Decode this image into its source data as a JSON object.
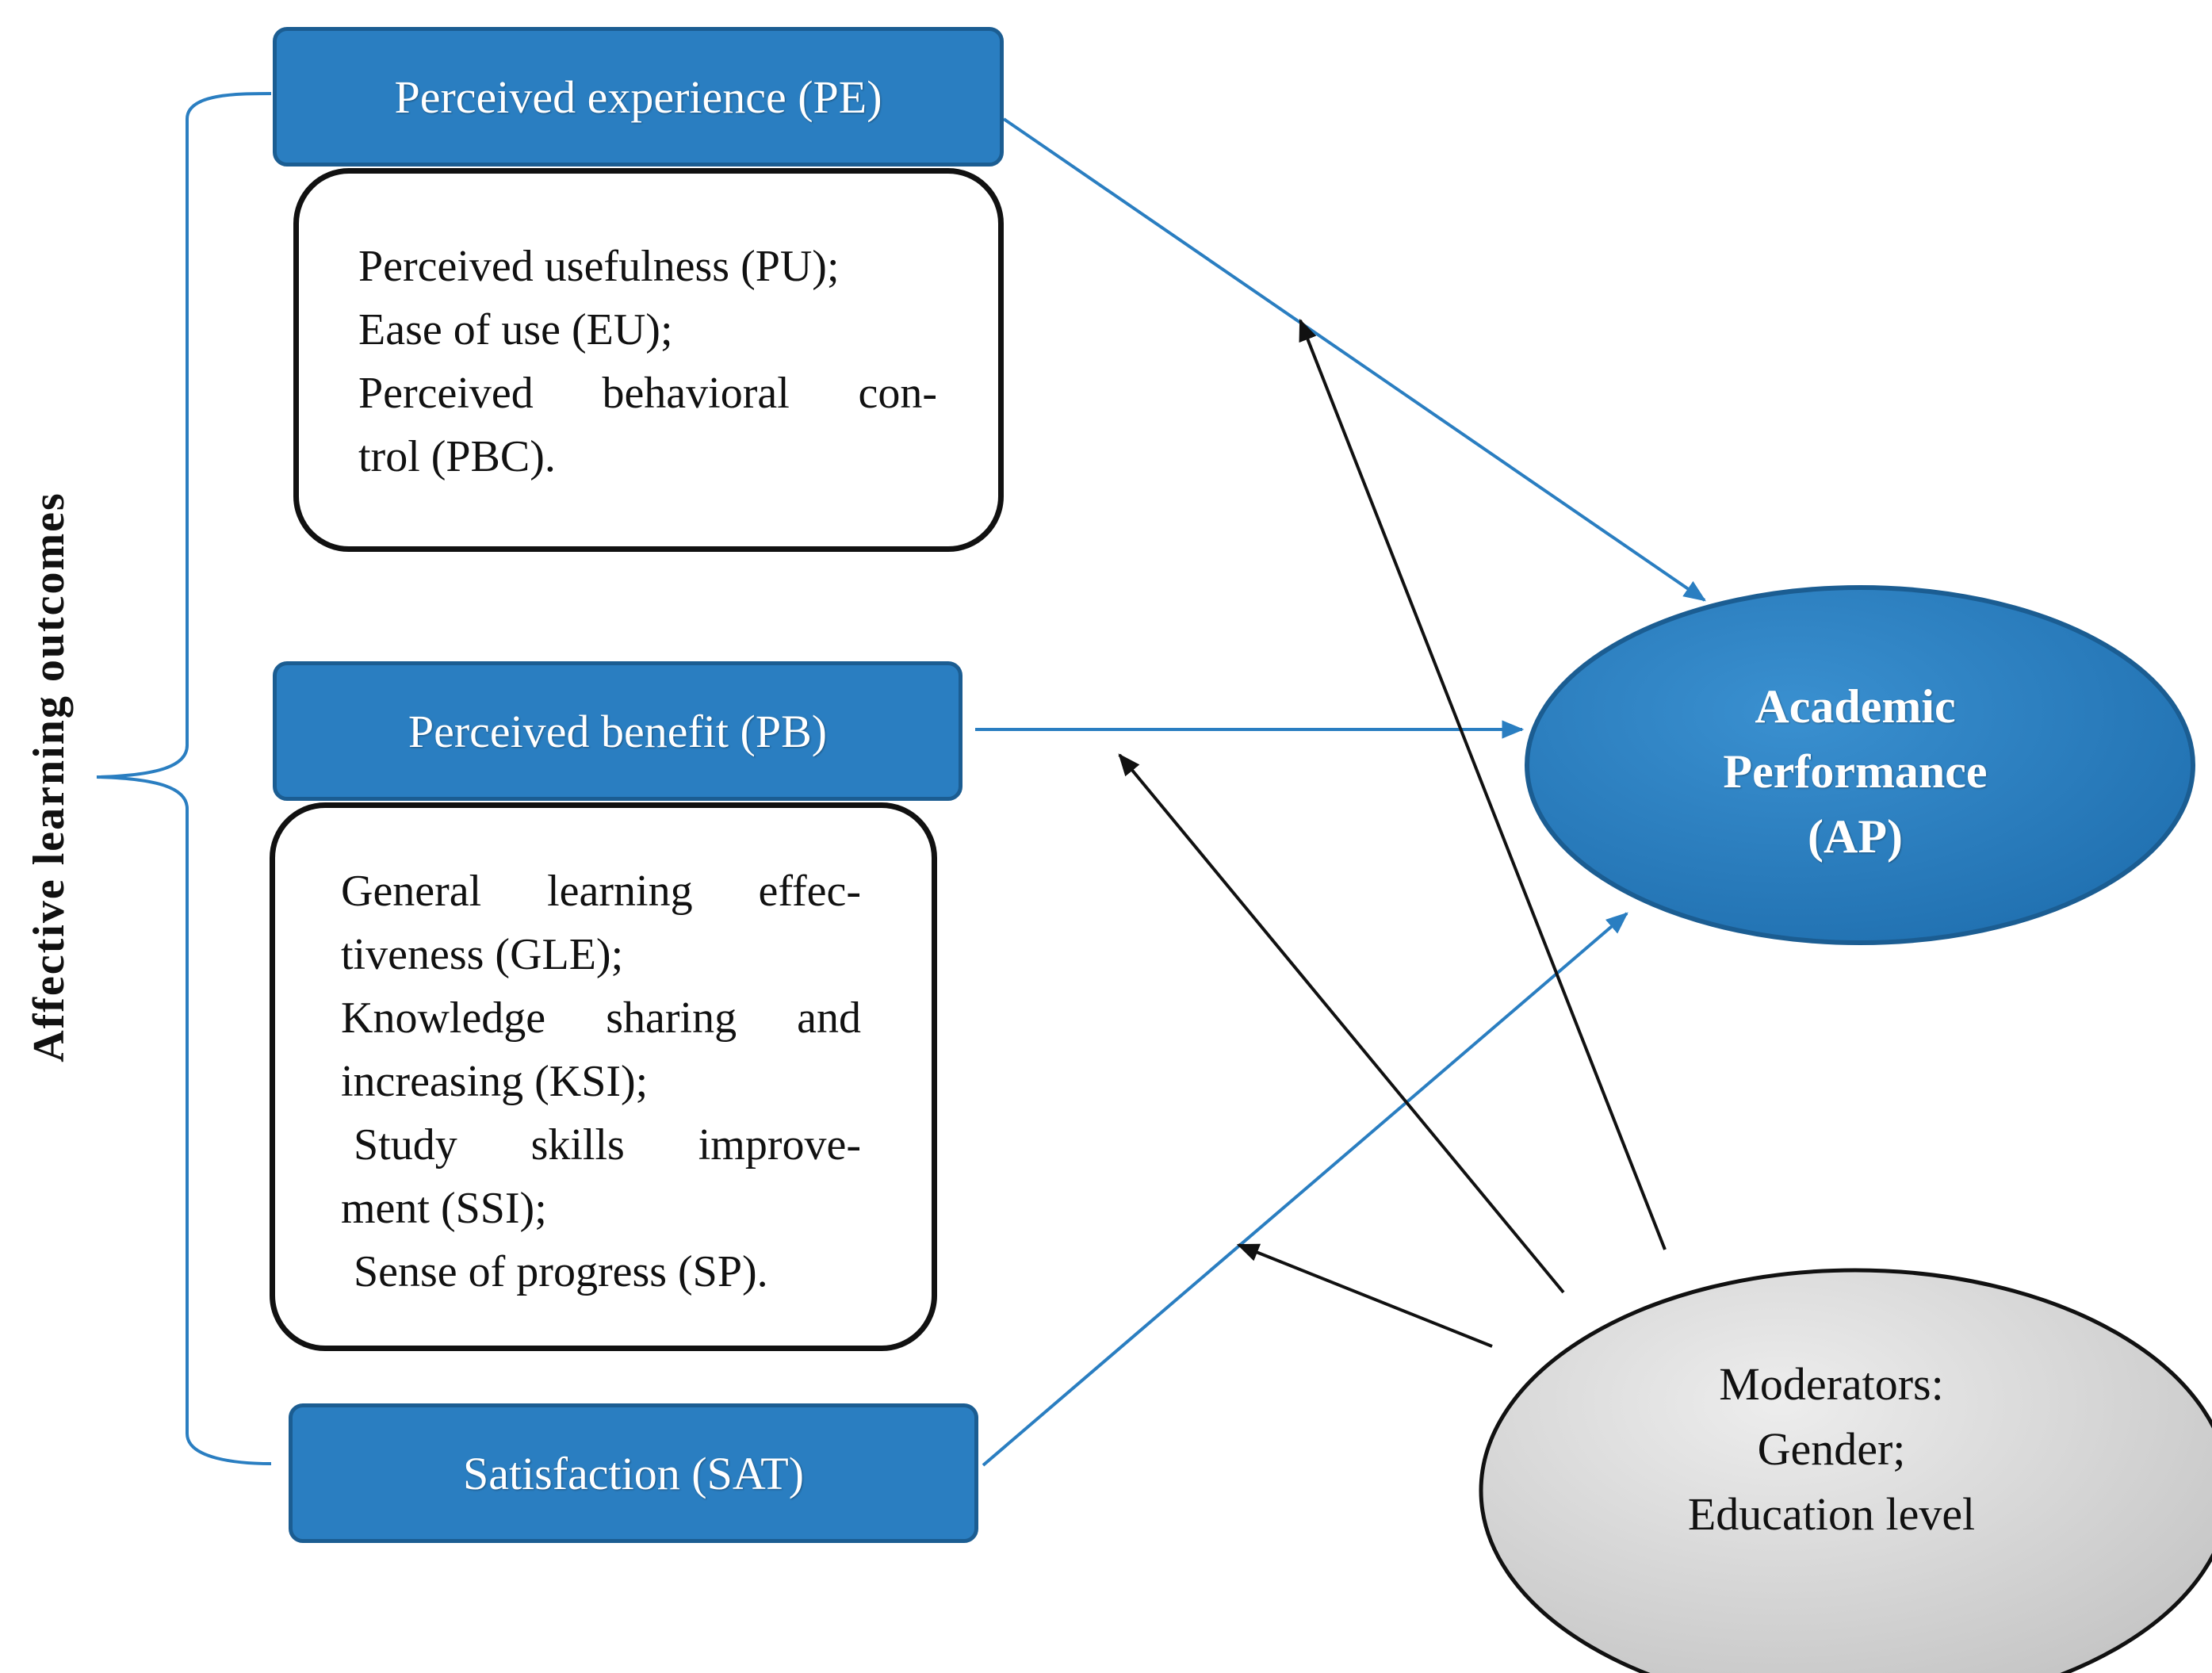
{
  "side_label": "Affective  learning outcomes",
  "constructs": {
    "pe": {
      "title": "Perceived experience (PE)"
    },
    "pb": {
      "title": "Perceived benefit (PB)"
    },
    "sat": {
      "title": "Satisfaction (SAT)"
    }
  },
  "pe_details": {
    "line1": "Perceived usefulness (PU);",
    "line2": "Ease of use (EU);",
    "line3_words": [
      "Perceived",
      "behavioral",
      "con-"
    ],
    "line4": "trol (PBC)."
  },
  "pb_details": {
    "line1_words": [
      "General",
      "learning",
      "effec-"
    ],
    "line2": "tiveness (GLE);",
    "line3_words": [
      "Knowledge",
      "sharing",
      "and"
    ],
    "line4": "increasing (KSI);",
    "line5_words": [
      "Study",
      "skills",
      "improve-"
    ],
    "line6": "ment (SSI);",
    "line7": "Sense of progress (SP)."
  },
  "outcome": {
    "line1": "Academic",
    "line2": "Performance",
    "line3": "(AP)"
  },
  "moderators": {
    "line1": "Moderators:",
    "line2": "Gender;",
    "line3": "Education level"
  },
  "colors": {
    "box_fill": "#2a7ec1",
    "box_border": "#1b5d92",
    "blue_arrow": "#2a7ec1",
    "black_arrow": "#111111",
    "moderator_fill": "#d4d4d4"
  }
}
